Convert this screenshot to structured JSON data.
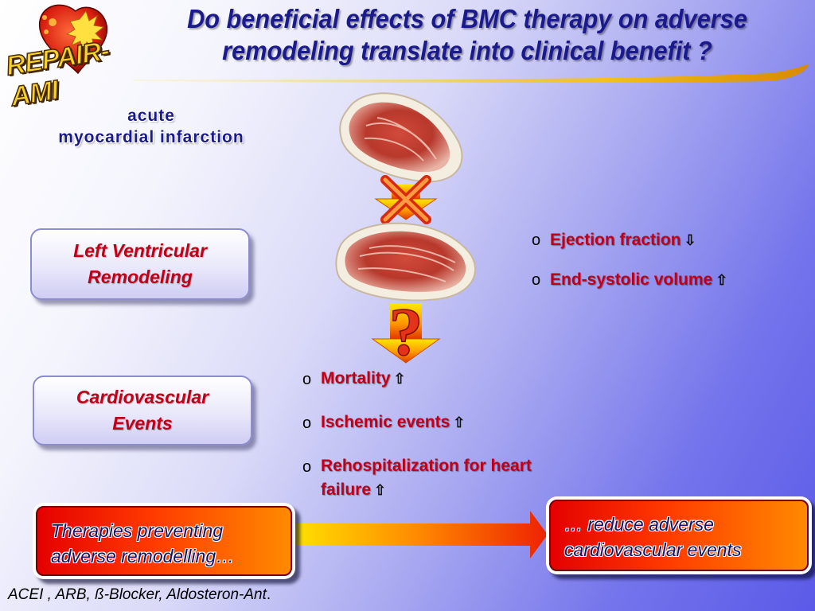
{
  "title": {
    "line1": "Do beneficial effects of BMC therapy on adverse",
    "line2": "remodeling translate into clinical benefit ?"
  },
  "logo": {
    "text": "REPAIR-AMI"
  },
  "ami_label": {
    "line1": "acute",
    "line2": "myocardial infarction"
  },
  "boxes": {
    "lv_remodeling": {
      "line1": "Left Ventricular",
      "line2": "Remodeling"
    },
    "cv_events": {
      "line1": "Cardiovascular",
      "line2": "Events"
    }
  },
  "remodeling_effects": [
    {
      "label": "Ejection fraction",
      "arrow": "⇩"
    },
    {
      "label": "End-systolic volume",
      "arrow": "⇧"
    }
  ],
  "clinical_effects": [
    {
      "label": "Mortality",
      "arrow": "⇧"
    },
    {
      "label": "Ischemic events",
      "arrow": "⇧"
    },
    {
      "label": "Rehospitalization for heart failure",
      "arrow": "⇧"
    }
  ],
  "bullet_marker": "o",
  "question_mark": "?",
  "therapy": {
    "left_line1": "Therapies preventing",
    "left_line2": "adverse remodelling…",
    "right_line1": "… reduce adverse",
    "right_line2": "cardiovascular events"
  },
  "footer": {
    "text": "ACEI , ARB, ß-Blocker, Aldosteron-Ant",
    "period": "."
  },
  "icons": {
    "heart_logo": "heart-logo-icon",
    "heart_cross_section": "heart-slice-icon",
    "down_arrow": "down-arrow-icon",
    "right_arrow": "right-arrow-icon"
  },
  "colors": {
    "title": "#1a1a8c",
    "accent_red": "#c00018",
    "box_orange": "#ff3a00",
    "arrow_yellow": "#ffe300"
  }
}
